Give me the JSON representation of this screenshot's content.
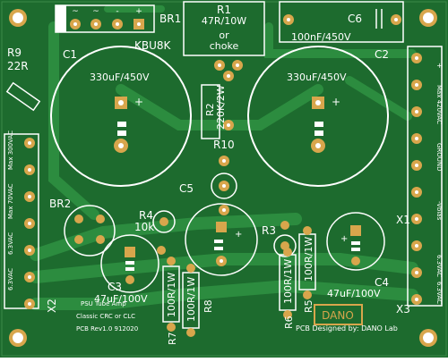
{
  "colors": {
    "board": "#1d6b2e",
    "trace": "#2c8c3f",
    "pad": "#d8a64c",
    "silk": "#ffffff",
    "hole": "#ffffff"
  },
  "labels": {
    "br1": "BR1",
    "kbu8k": "KBU8K",
    "r1": "R1",
    "r1_value": "47R/10W",
    "or": "or",
    "choke": "choke",
    "c6": "C6",
    "c6_value": "100nF/450V",
    "c1": "C1",
    "c1_value": "330uF/450V",
    "c2": "C2",
    "c2_value": "330uF/450V",
    "r2": "R2",
    "r2_value": "220K/2W",
    "r9": "R9",
    "r9_value": "22R",
    "r10": "R10",
    "c5": "C5",
    "br2": "BR2",
    "r4": "R4",
    "r4_value": "10k",
    "r3": "R3",
    "c3": "C3",
    "c3_value": "47uF/100V",
    "c4": "C4",
    "c4_value": "47uF/100V",
    "r7": "R7",
    "r8": "R8",
    "r6": "R6",
    "r5": "R5",
    "res_100r_1": "100R/1W",
    "res_100r_2": "100R/1W",
    "res_100r_3": "100R/1W",
    "res_100r_4": "100R/1W",
    "x1": "X1",
    "x2": "X2",
    "x3": "X3",
    "x1_pin1": "Max 420VAC",
    "x1_pin2": "+",
    "x1_pin3": "GROUND",
    "x1_pin4": "-Vbias",
    "x1_pin5": "6.3VAC",
    "x1_pin6": "6.3VAC",
    "x2_pin1": "Max 300VAC",
    "x2_pin2": "Max 70VAC",
    "x2_pin3": "6.3VAC",
    "x2_pin4": "6.3VAC",
    "footer_title": "PSU Tube Amp",
    "footer_sub": "Classic CRC or CLC",
    "footer_rev": "PCB Rev1.0 912020",
    "designer": "PCB Designed by: DANO Lab",
    "logo_text": "DANO"
  }
}
